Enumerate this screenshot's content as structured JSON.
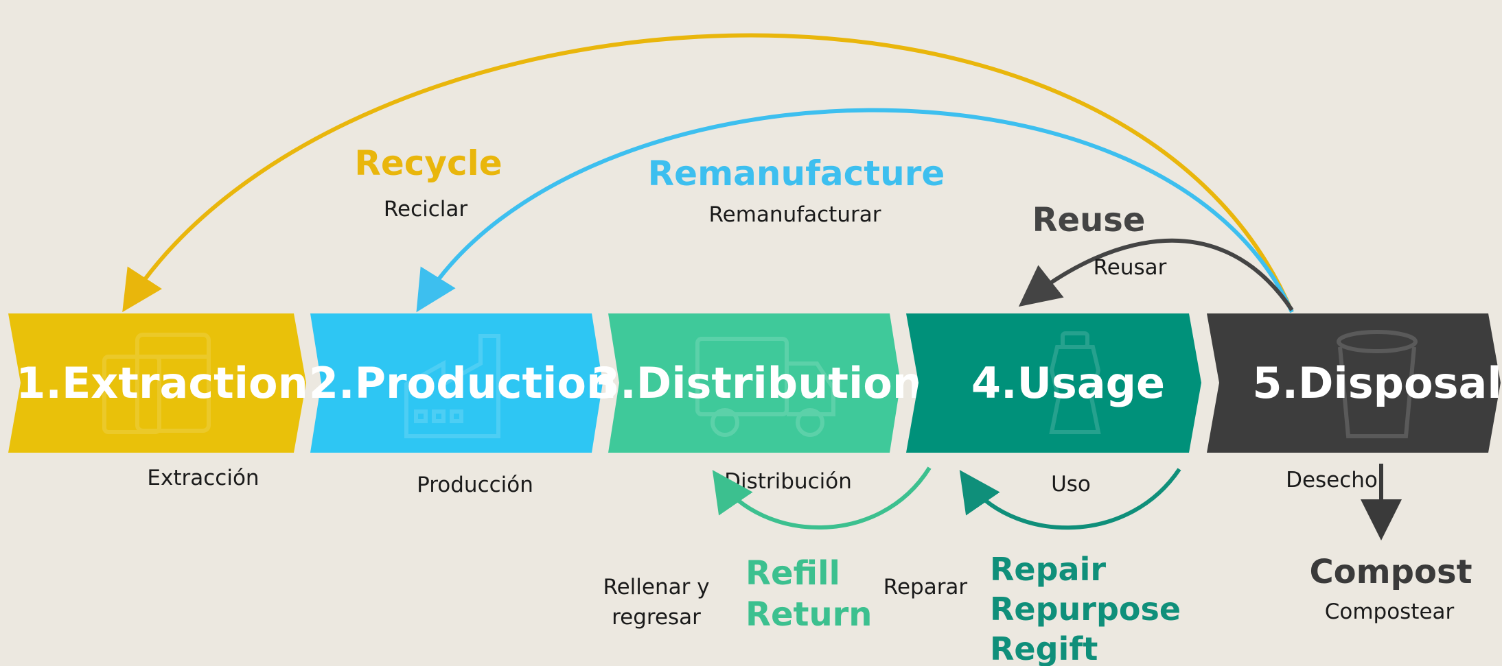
{
  "colors": {
    "background": "#ece8e0",
    "extraction": "#e9c10a",
    "production": "#2ec6f3",
    "distribution": "#3fc99a",
    "usage": "#00917a",
    "disposal": "#3d3d3d",
    "recycle": "#e9b60c",
    "remanufacture": "#3dbfef",
    "reuse": "#444444",
    "refill": "#3cc08f",
    "repair": "#0f8f7a",
    "compost": "#3a3a3a"
  },
  "stages": [
    {
      "label": "1.Extraction",
      "es": "Extracción",
      "icon": "canister-icon"
    },
    {
      "label": "2.Production",
      "es": "Producción",
      "icon": "factory-icon"
    },
    {
      "label": "3.Distribution",
      "es": "Distribución",
      "icon": "truck-icon"
    },
    {
      "label": "4.Usage",
      "es": "Uso",
      "icon": "bottle-icon"
    },
    {
      "label": "5.Disposal",
      "es": "Desecho",
      "icon": "trash-can-icon"
    }
  ],
  "loops": {
    "recycle": {
      "en": "Recycle",
      "es": "Reciclar"
    },
    "remanufacture": {
      "en": "Remanufacture",
      "es": "Remanufacturar"
    },
    "reuse": {
      "en": "Reuse",
      "es": "Reusar"
    },
    "refill": {
      "en1": "Refill",
      "en2": "Return",
      "es1": "Rellenar y",
      "es2": "regresar"
    },
    "repair": {
      "en1": "Repair",
      "en2": "Repurpose",
      "en3": "Regift",
      "es": "Reparar"
    },
    "compost": {
      "en": "Compost",
      "es": "Compostear"
    }
  }
}
